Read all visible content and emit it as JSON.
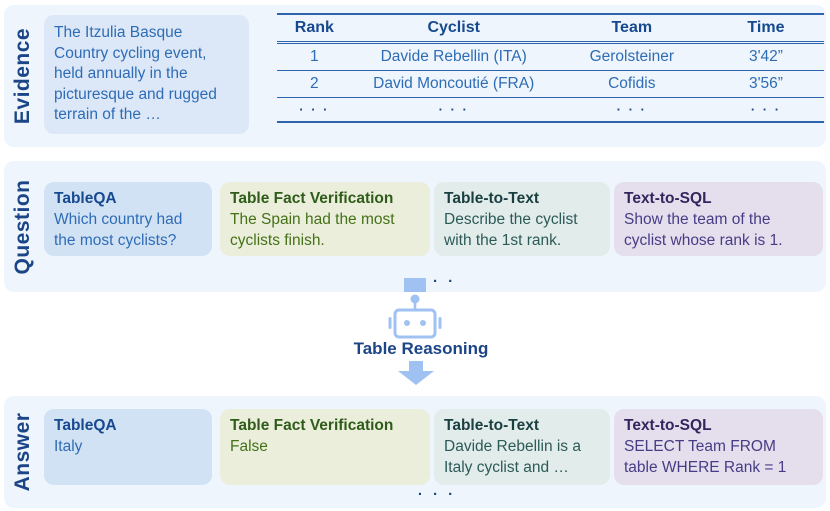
{
  "palette": {
    "panel_bg": "#eef5fc",
    "evidence_box_bg": "#dce8f8",
    "tableqa_bg": "#d2e2f5",
    "fact_verification_bg": "#ebeedb",
    "table_to_text_bg": "#e2ecea",
    "text_to_sql_bg": "#e5deed",
    "navy_text": "#1c4587",
    "blue_text": "#2e6cb5",
    "green_title": "#2f5c1a",
    "green_text": "#457119",
    "teal_title": "#1a3f40",
    "teal_text": "#2c5a57",
    "purple_title": "#33265e",
    "purple_text": "#463d85",
    "table_rule": "#2d63ac",
    "robot_blue": "#9fc2f2"
  },
  "evidence": {
    "label": "Evidence",
    "passage": "The Itzulia Basque Country cycling event, held annually in the picturesque and rugged terrain of the …",
    "table": {
      "columns": [
        "Rank",
        "Cyclist",
        "Team",
        "Time"
      ],
      "rows": [
        [
          "1",
          "Davide Rebellin (ITA)",
          "Gerolsteiner",
          "3'42”"
        ],
        [
          "2",
          "David Moncoutié (FRA)",
          "Cofidis",
          "3'56”"
        ],
        [
          "· · ·",
          "· · ·",
          "· · ·",
          "· · ·"
        ]
      ]
    }
  },
  "question": {
    "label": "Question",
    "ellipsis": "· · ·",
    "cards": [
      {
        "task": "TableQA",
        "text": "Which country had the most cyclists?"
      },
      {
        "task": "Table Fact Verification",
        "text": "The Spain had the most cyclists finish."
      },
      {
        "task": "Table-to-Text",
        "text": "Describe the cyclist with the 1st rank."
      },
      {
        "task": "Text-to-SQL",
        "text": "Show the team of the cyclist whose rank is 1."
      }
    ]
  },
  "reasoner": {
    "label": "Table Reasoning"
  },
  "answer": {
    "label": "Answer",
    "ellipsis": "· · ·",
    "cards": [
      {
        "task": "TableQA",
        "text": "Italy"
      },
      {
        "task": "Table Fact Verification",
        "text": "False"
      },
      {
        "task": "Table-to-Text",
        "text": "Davide Rebellin is a Italy cyclist and …"
      },
      {
        "task": "Text-to-SQL",
        "text": "SELECT Team FROM table WHERE Rank = 1"
      }
    ]
  }
}
